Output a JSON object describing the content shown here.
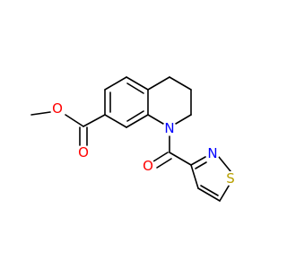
{
  "molecule": {
    "atoms": {
      "O1": "O",
      "O2": "O",
      "N1": "N",
      "O3": "O",
      "N2": "N",
      "S1": "S"
    },
    "colors": {
      "O": "#ff0000",
      "N": "#0000ff",
      "S": "#b8a000",
      "bond": "#000000"
    }
  }
}
